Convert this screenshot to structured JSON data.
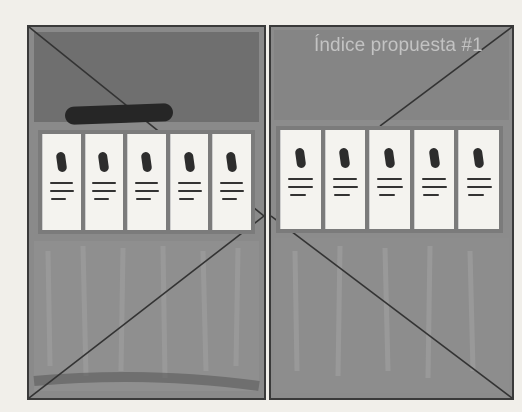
{
  "title": "Índice propuesta #1",
  "panels": [
    {
      "name": "left",
      "cards": 5
    },
    {
      "name": "right",
      "cards": 5
    }
  ]
}
